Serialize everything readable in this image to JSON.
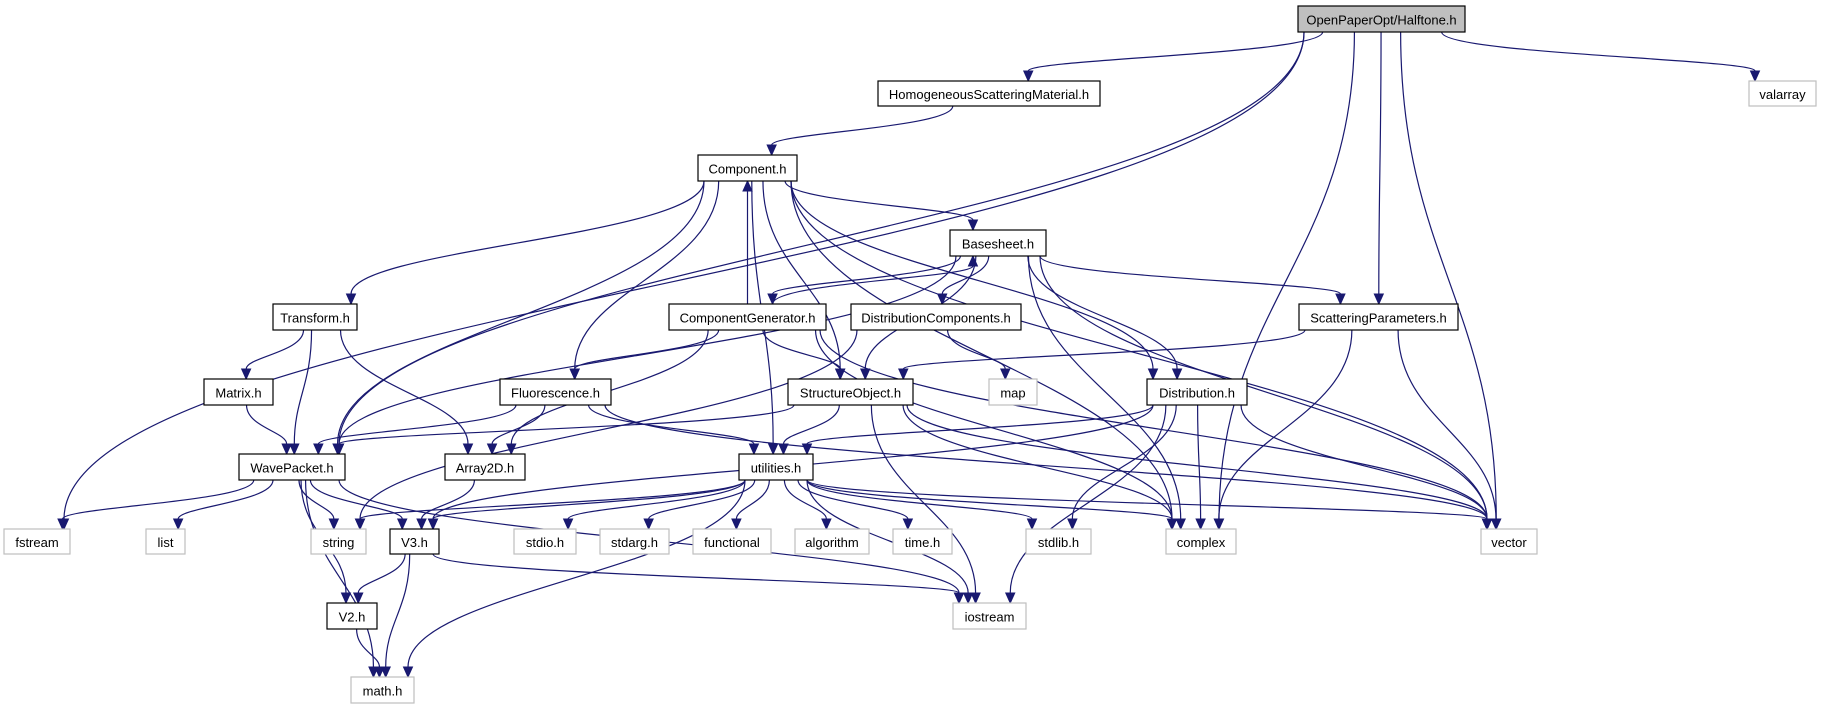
{
  "title": "OpenPaperOpt/Halftone.h",
  "colors": {
    "edge": "#191970",
    "root_fill": "#bfbfbf",
    "local_border": "#000000",
    "system_border": "#bfbfbf"
  },
  "nodes": [
    {
      "id": "halftone",
      "label": "OpenPaperOpt/Halftone.h",
      "kind": "root"
    },
    {
      "id": "homogeneous",
      "label": "HomogeneousScatteringMaterial.h",
      "kind": "local"
    },
    {
      "id": "valarray",
      "label": "valarray",
      "kind": "system"
    },
    {
      "id": "component",
      "label": "Component.h",
      "kind": "local"
    },
    {
      "id": "basesheet",
      "label": "Basesheet.h",
      "kind": "local"
    },
    {
      "id": "transform",
      "label": "Transform.h",
      "kind": "local"
    },
    {
      "id": "componentgenerator",
      "label": "ComponentGenerator.h",
      "kind": "local"
    },
    {
      "id": "distributioncomponents",
      "label": "DistributionComponents.h",
      "kind": "local"
    },
    {
      "id": "scatteringparameters",
      "label": "ScatteringParameters.h",
      "kind": "local"
    },
    {
      "id": "matrix",
      "label": "Matrix.h",
      "kind": "local"
    },
    {
      "id": "fluorescence",
      "label": "Fluorescence.h",
      "kind": "local"
    },
    {
      "id": "structureobject",
      "label": "StructureObject.h",
      "kind": "local"
    },
    {
      "id": "map",
      "label": "map",
      "kind": "system"
    },
    {
      "id": "distribution",
      "label": "Distribution.h",
      "kind": "local"
    },
    {
      "id": "wavepacket",
      "label": "WavePacket.h",
      "kind": "local"
    },
    {
      "id": "array2d",
      "label": "Array2D.h",
      "kind": "local"
    },
    {
      "id": "utilities",
      "label": "utilities.h",
      "kind": "local"
    },
    {
      "id": "fstream",
      "label": "fstream",
      "kind": "system"
    },
    {
      "id": "list",
      "label": "list",
      "kind": "system"
    },
    {
      "id": "string",
      "label": "string",
      "kind": "system"
    },
    {
      "id": "v3",
      "label": "V3.h",
      "kind": "local"
    },
    {
      "id": "stdio",
      "label": "stdio.h",
      "kind": "system"
    },
    {
      "id": "stdarg",
      "label": "stdarg.h",
      "kind": "system"
    },
    {
      "id": "functional",
      "label": "functional",
      "kind": "system"
    },
    {
      "id": "algorithm",
      "label": "algorithm",
      "kind": "system"
    },
    {
      "id": "time",
      "label": "time.h",
      "kind": "system"
    },
    {
      "id": "stdlib",
      "label": "stdlib.h",
      "kind": "system"
    },
    {
      "id": "complex",
      "label": "complex",
      "kind": "system"
    },
    {
      "id": "vector",
      "label": "vector",
      "kind": "system"
    },
    {
      "id": "v2",
      "label": "V2.h",
      "kind": "local"
    },
    {
      "id": "iostream",
      "label": "iostream",
      "kind": "system"
    },
    {
      "id": "math",
      "label": "math.h",
      "kind": "system"
    }
  ],
  "edges": [
    [
      "halftone",
      "homogeneous"
    ],
    [
      "halftone",
      "valarray"
    ],
    [
      "halftone",
      "fstream"
    ],
    [
      "halftone",
      "wavepacket"
    ],
    [
      "halftone",
      "scatteringparameters"
    ],
    [
      "halftone",
      "complex"
    ],
    [
      "halftone",
      "vector"
    ],
    [
      "homogeneous",
      "component"
    ],
    [
      "component",
      "basesheet"
    ],
    [
      "component",
      "transform"
    ],
    [
      "component",
      "wavepacket"
    ],
    [
      "component",
      "fluorescence"
    ],
    [
      "component",
      "structureobject"
    ],
    [
      "component",
      "utilities"
    ],
    [
      "component",
      "distribution"
    ],
    [
      "component",
      "complex"
    ],
    [
      "component",
      "vector"
    ],
    [
      "componentgenerator",
      "component"
    ],
    [
      "componentgenerator",
      "basesheet"
    ],
    [
      "componentgenerator",
      "fluorescence"
    ],
    [
      "componentgenerator",
      "structureobject"
    ],
    [
      "componentgenerator",
      "array2d"
    ],
    [
      "componentgenerator",
      "complex"
    ],
    [
      "componentgenerator",
      "vector"
    ],
    [
      "basesheet",
      "componentgenerator"
    ],
    [
      "basesheet",
      "distributioncomponents"
    ],
    [
      "basesheet",
      "scatteringparameters"
    ],
    [
      "basesheet",
      "wavepacket"
    ],
    [
      "basesheet",
      "structureobject"
    ],
    [
      "basesheet",
      "distribution"
    ],
    [
      "basesheet",
      "complex"
    ],
    [
      "basesheet",
      "vector"
    ],
    [
      "distributioncomponents",
      "map"
    ],
    [
      "distributioncomponents",
      "string"
    ],
    [
      "scatteringparameters",
      "structureobject"
    ],
    [
      "scatteringparameters",
      "complex"
    ],
    [
      "scatteringparameters",
      "vector"
    ],
    [
      "transform",
      "matrix"
    ],
    [
      "transform",
      "wavepacket"
    ],
    [
      "transform",
      "array2d"
    ],
    [
      "matrix",
      "wavepacket"
    ],
    [
      "fluorescence",
      "wavepacket"
    ],
    [
      "fluorescence",
      "array2d"
    ],
    [
      "fluorescence",
      "utilities"
    ],
    [
      "fluorescence",
      "vector"
    ],
    [
      "structureobject",
      "wavepacket"
    ],
    [
      "structureobject",
      "utilities"
    ],
    [
      "structureobject",
      "complex"
    ],
    [
      "structureobject",
      "iostream"
    ],
    [
      "structureobject",
      "vector"
    ],
    [
      "distribution",
      "utilities"
    ],
    [
      "distribution",
      "v3"
    ],
    [
      "distribution",
      "stdlib"
    ],
    [
      "distribution",
      "complex"
    ],
    [
      "distribution",
      "iostream"
    ],
    [
      "distribution",
      "vector"
    ],
    [
      "wavepacket",
      "fstream"
    ],
    [
      "wavepacket",
      "list"
    ],
    [
      "wavepacket",
      "string"
    ],
    [
      "wavepacket",
      "v3"
    ],
    [
      "wavepacket",
      "v2"
    ],
    [
      "wavepacket",
      "iostream"
    ],
    [
      "wavepacket",
      "math"
    ],
    [
      "array2d",
      "v3"
    ],
    [
      "utilities",
      "string"
    ],
    [
      "utilities",
      "v3"
    ],
    [
      "utilities",
      "stdio"
    ],
    [
      "utilities",
      "stdarg"
    ],
    [
      "utilities",
      "functional"
    ],
    [
      "utilities",
      "algorithm"
    ],
    [
      "utilities",
      "time"
    ],
    [
      "utilities",
      "stdlib"
    ],
    [
      "utilities",
      "iostream"
    ],
    [
      "utilities",
      "complex"
    ],
    [
      "utilities",
      "vector"
    ],
    [
      "utilities",
      "math"
    ],
    [
      "v3",
      "v2"
    ],
    [
      "v3",
      "iostream"
    ],
    [
      "v3",
      "math"
    ],
    [
      "v2",
      "math"
    ]
  ]
}
